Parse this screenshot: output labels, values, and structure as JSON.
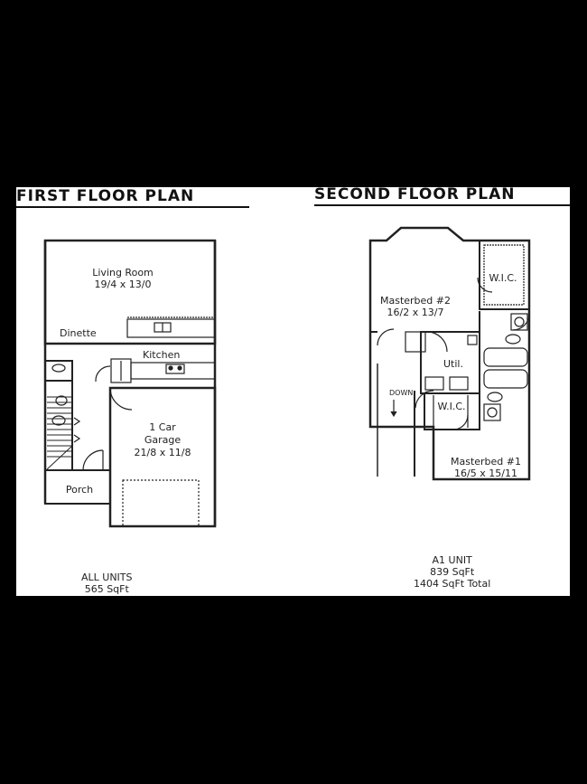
{
  "first_floor": {
    "title": "FIRST FLOOR PLAN",
    "rooms": {
      "living_room": {
        "name": "Living Room",
        "dims": "19/4 x 13/0"
      },
      "dinette": {
        "name": "Dinette"
      },
      "kitchen": {
        "name": "Kitchen"
      },
      "garage": {
        "line1": "1 Car",
        "line2": "Garage",
        "dims": "21/8 x 11/8"
      },
      "porch": {
        "name": "Porch"
      }
    },
    "caption": {
      "line1": "ALL UNITS",
      "line2": "565 SqFt"
    }
  },
  "second_floor": {
    "title": "SECOND FLOOR PLAN",
    "rooms": {
      "masterbed2": {
        "name": "Masterbed #2",
        "dims": "16/2 x 13/7"
      },
      "wic_top": {
        "name": "W.I.C."
      },
      "util": {
        "name": "Util."
      },
      "wic_mid": {
        "name": "W.I.C."
      },
      "masterbed1": {
        "name": "Masterbed #1",
        "dims": "16/5 x 15/11"
      },
      "stairs_label": "DOWN"
    },
    "caption": {
      "line1": "A1 UNIT",
      "line2": "839 SqFt",
      "line3": "1404 SqFt Total"
    }
  }
}
